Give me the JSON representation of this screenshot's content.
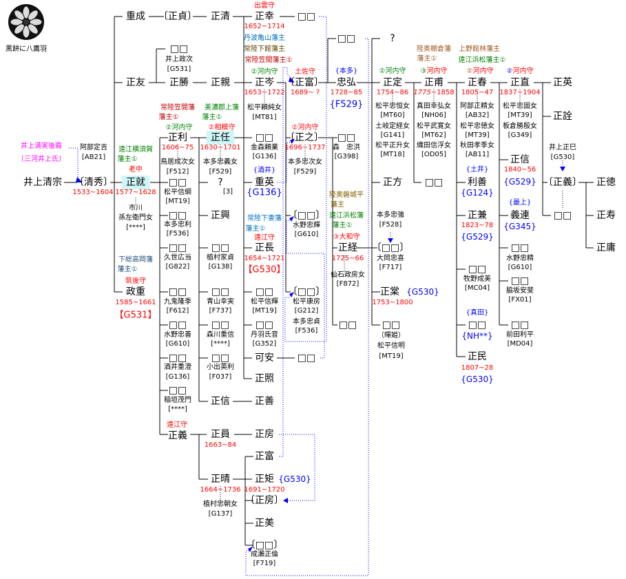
{
  "crest": {
    "caption": "黒餅に八鷹羽"
  },
  "colors": {
    "line": "#000000",
    "adoption_link": "#0000ff",
    "highlight": "#cdf6f8",
    "years": "#ff0000"
  },
  "p": {
    "kiyomune": {
      "name": "井上清宗",
      "lineage1": "井上満実後裔",
      "lineage2": "〔三河井上氏〕"
    },
    "abe_sadayoshi": {
      "name": "阿部定吉",
      "code": "[AB21]"
    },
    "kiyohide": {
      "name": "〔清秀〕",
      "years": "1533~1604"
    },
    "shigenari": {
      "name": "重成"
    },
    "masasada": {
      "name": "〔正貞〕"
    },
    "masakiyo": {
      "name": "正清"
    },
    "masatomo": {
      "name": "正友"
    },
    "masakatsu": {
      "name": "正勝"
    },
    "masakatsu_sib": {
      "name": "□□",
      "wife": "井上政次",
      "code": "[G531]"
    },
    "masachika": {
      "name": "正親"
    },
    "masanari": {
      "name": "正就",
      "domain1": "遠江横須賀",
      "domain2": "藩主①",
      "office": "老中",
      "years": "1577~1628",
      "wife1": "市川",
      "wife2": "孫左衛門女",
      "code": "[****]"
    },
    "masashige": {
      "name": "政重",
      "domain1": "下総高岡藩",
      "domain2": "藩主①",
      "office": "筑後守",
      "years": "1585~1661",
      "code": "【G531】"
    },
    "masatoshi": {
      "name": "正利",
      "domain1": "常陸笠間藩",
      "domain2": "藩主①",
      "office": "②河内守",
      "years": "1606~75",
      "wife": "鳥居成次女",
      "code": "[F512]"
    },
    "d1": {
      "name": "□□",
      "spouse": "松平信綱",
      "code": "[MT19]"
    },
    "d2": {
      "name": "□□",
      "spouse": "本多忠利",
      "code": "[F536]"
    },
    "d3": {
      "name": "□□",
      "spouse": "久世広当",
      "code": "[G822]"
    },
    "d4": {
      "name": "□□",
      "spouse": "九鬼隆季",
      "code": "[F612]"
    },
    "d5": {
      "name": "□□",
      "spouse": "水野忠善",
      "code": "[G610]"
    },
    "d6": {
      "name": "□□",
      "spouse": "酒井重澄",
      "code": "[G136]"
    },
    "d7": {
      "name": "□□",
      "spouse": "稲垣茂門",
      "code": "[****]"
    },
    "masayoshi": {
      "name": "正義",
      "office": "遠江守"
    },
    "masato": {
      "name": "正任",
      "domain1": "美濃郡上藩",
      "domain2": "藩主①",
      "office": "②相模守",
      "years": "1630~1701",
      "wife": "本多忠義女",
      "code": "[F529]"
    },
    "unknown3": {
      "name": "?",
      "code": "[3]"
    },
    "masaoki": {
      "name": "正興"
    },
    "e1": {
      "name": "□□",
      "spouse": "植村家貞",
      "code": "[G138]"
    },
    "e2": {
      "name": "□□",
      "spouse": "青山幸実",
      "code": "[F737]"
    },
    "e3": {
      "name": "□□",
      "spouse": "森川重信",
      "code": "[****]"
    },
    "e4": {
      "name": "□□",
      "spouse": "小出英利",
      "code": "[F037]"
    },
    "masanobu_a": {
      "name": "正信"
    },
    "masayoshi2": {
      "name": "正善"
    },
    "masayuki": {
      "name": "正幸",
      "office": "出雲守",
      "years": "1652~1714",
      "domain1": "丹波亀山藩主",
      "domain2": "常陸下館藩主",
      "domain3": "常陸笠間藩主①"
    },
    "masayuki_child": {
      "name": "□□"
    },
    "masamine": {
      "name": "正岑",
      "office": "②河内守",
      "years": "1653~1722",
      "wife": "松平頼純女",
      "code": "[MT81]"
    },
    "f1": {
      "name": "□□",
      "spouse": "金森頼業",
      "code": "[G136]"
    },
    "shigehide": {
      "name": "重英",
      "family": "{酒井}",
      "code": "{G136}"
    },
    "masanaga": {
      "name": "正長",
      "domain1": "常陸下妻藩",
      "domain2": "藩主①",
      "office": "遠江守",
      "years": "1654~1721",
      "code": "【G530】"
    },
    "f2": {
      "name": "□□",
      "spouse": "松平信輝",
      "code": "[MT19]"
    },
    "f3": {
      "name": "□□",
      "spouse": "丹羽氏音",
      "code": "[G352]"
    },
    "kayasu": {
      "name": "可安"
    },
    "kayasu_child": {
      "name": "□□"
    },
    "masaaki": {
      "name": "正照"
    },
    "masatomi": {
      "name": "〔正富〕",
      "office": "土佐守",
      "years": "1689~ ?"
    },
    "masayuki2": {
      "name": "〔正之〕",
      "office": "②河内守",
      "years": "1696~1737",
      "wife": "本多忠次女",
      "code": "[F529]"
    },
    "g1": {
      "name": "〔□□〕",
      "spouse": "水野忠輝",
      "code": "[G610]"
    },
    "g2": {
      "name": "〔□□〕",
      "spouse1": "松平康房",
      "code1": "[G212]",
      "spouse2": "本多忠貞",
      "code2": "[F536]"
    },
    "h0": {
      "name": "□□"
    },
    "tadahiro": {
      "name": "忠弘",
      "family": "{本多}",
      "years": "1728~85",
      "code": "{F529}"
    },
    "h1": {
      "name": "□□",
      "spouse": "森　忠洪",
      "code": "[G398]"
    },
    "masatsune": {
      "name": "正経",
      "domain1": "陸奥磐城平",
      "domain2": "藩主",
      "domain3": "遠江浜松藩",
      "domain4": "藩主①",
      "office": "③大和守",
      "years": "1725~66",
      "wife": "仙石政房女",
      "code": "[F872]"
    },
    "h2": {
      "name": "□□"
    },
    "unknown_q": {
      "name": "?"
    },
    "masasada2": {
      "name": "正定",
      "office": "②河内守",
      "years": "1754~86",
      "wife1": "松平忠恒女",
      "code1": "[MT60]",
      "wife2": "土岐定経女",
      "code2": "[G141]",
      "wife3": "松平正升女",
      "code3": "[MT18]"
    },
    "masakata": {
      "name": "正方"
    },
    "i1": {
      "name": "〔□□〕",
      "adopted_from": "本多忠強",
      "from_code": "[F528]",
      "spouse": "大岡忠喜",
      "code": "[F717]"
    },
    "masataka": {
      "name": "正棠",
      "code": "{G530}",
      "years": "1753~1800"
    },
    "i2": {
      "name": "□□",
      "title": "（暉姫）",
      "spouse": "松平信明",
      "code": "[MT19]"
    },
    "masamoto": {
      "name": "正甫",
      "domain1": "陸奥棚倉藩",
      "domain2": "藩主①",
      "office_num": "③",
      "office": "河内守",
      "years_birth": "1775",
      "years_death": "~1858",
      "wife1": "真田幸弘女",
      "code1": "[NH06]",
      "wife2": "松平武寛女",
      "code2": "[MT62]",
      "wife3": "織田信浮女",
      "code3": "[OD05]"
    },
    "j1": {
      "name": "□□"
    },
    "masaharu": {
      "name": "正春",
      "domain1": "上野館林藩主",
      "domain2": "遠江浜松藩主①",
      "office_num": "②",
      "office": "河内守",
      "years": "1805~47",
      "wife1": "阿部正精女",
      "code1": "[AB32]",
      "wife2": "松平忠徳女",
      "code2": "[MT39]",
      "wife3": "秋田孝季女",
      "code3": "[AB11]"
    },
    "toshiyoshi": {
      "name": "利善",
      "family": "{土井}",
      "code": "{G124}"
    },
    "masakane": {
      "name": "正兼",
      "years": "1823~78",
      "code": "{G529}"
    },
    "k1": {
      "name": "□□",
      "spouse": "牧野成美",
      "code": "[MC04]"
    },
    "k2": {
      "name": "□□",
      "family": "{真田}",
      "code": "{NH**}"
    },
    "masatami": {
      "name": "正民",
      "years": "1807~28",
      "code": "{G530}"
    },
    "masanao": {
      "name": "正直",
      "office_num": "②",
      "office": "河内守",
      "years": "1837~1904",
      "wife1": "松平忠固女",
      "code1": "[MT39]",
      "wife2": "板倉勝殷女",
      "code2": "[G349]"
    },
    "masanobu_b": {
      "name": "正信",
      "years": "1840~56",
      "code": "{G529}"
    },
    "yoshitsura": {
      "name": "義連",
      "family": "{最上}",
      "code": "{G345}"
    },
    "l1": {
      "name": "□□",
      "spouse": "水野忠精",
      "code": "[G610]"
    },
    "l2": {
      "name": "□□",
      "spouse": "脇坂安斐",
      "code": "[FX01]"
    },
    "l3": {
      "name": "□□",
      "spouse": "前田利平",
      "code": "[MD04]"
    },
    "masahide": {
      "name": "正英"
    },
    "masatoki": {
      "name": "正詮"
    },
    "inoue_masami": {
      "name": "井上正巳",
      "code": "[G530]"
    },
    "masayoshi3": {
      "name": "〔正義〕"
    },
    "m1": {
      "name": "□□"
    },
    "masanori2": {
      "name": "正徳"
    },
    "masahisa": {
      "name": "正寿"
    },
    "masatsune2": {
      "name": "正庸"
    },
    "masakazu": {
      "name": "正員",
      "years": "1663~84"
    },
    "masafusa": {
      "name": "正房"
    },
    "masaharu2": {
      "name": "正晴",
      "years": "1664~1736",
      "wife": "植村忠朝女",
      "code": "[G137]"
    },
    "masatomi2": {
      "name": "正富"
    },
    "masanori": {
      "name": "正矩",
      "code": "{G530}",
      "years": "1691~1720"
    },
    "masafusa2": {
      "name": "〔正房〕"
    },
    "masami": {
      "name": "正美"
    },
    "n1": {
      "name": "〔□□〕",
      "spouse": "成瀬正倫",
      "code": "[F719]"
    }
  }
}
